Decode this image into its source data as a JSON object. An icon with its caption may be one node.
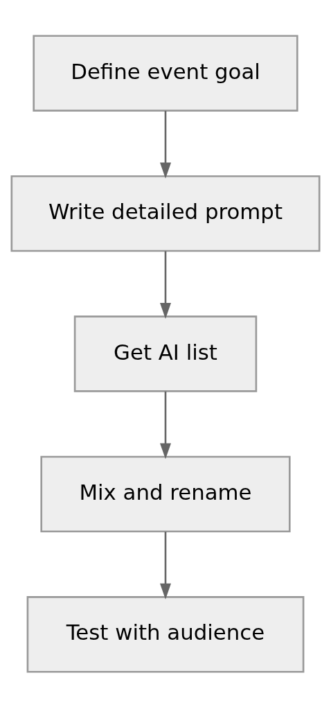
{
  "diagram": {
    "nodes": [
      {
        "text": [
          "Define event goal"
        ]
      },
      {
        "text": [
          "Write detailed prompt"
        ]
      },
      {
        "text": [
          "Get AI list"
        ]
      },
      {
        "text": [
          "Mix and rename"
        ]
      },
      {
        "text": [
          "Test with audience"
        ]
      }
    ],
    "edges": [
      {
        "from": 0,
        "to": 1,
        "arrow": "to"
      },
      {
        "from": 1,
        "to": 2,
        "arrow": "to"
      },
      {
        "from": 2,
        "to": 3,
        "arrow": "to"
      },
      {
        "from": 3,
        "to": 4,
        "arrow": "to"
      }
    ]
  }
}
